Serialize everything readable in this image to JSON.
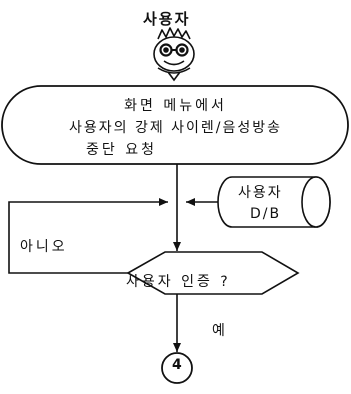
{
  "actor": {
    "label": "사용자",
    "icon": "user-with-glasses-icon"
  },
  "start_node": {
    "line1": "화면 메뉴에서",
    "line2": "사용자의 강제 사이렌/음성방송",
    "line3": "중단 요청"
  },
  "database": {
    "line1": "사용자",
    "line2": "D/B"
  },
  "decision": {
    "label": "사용자 인증 ?",
    "no_label": "아니오",
    "yes_label": "예"
  },
  "connector": {
    "label": "4"
  }
}
